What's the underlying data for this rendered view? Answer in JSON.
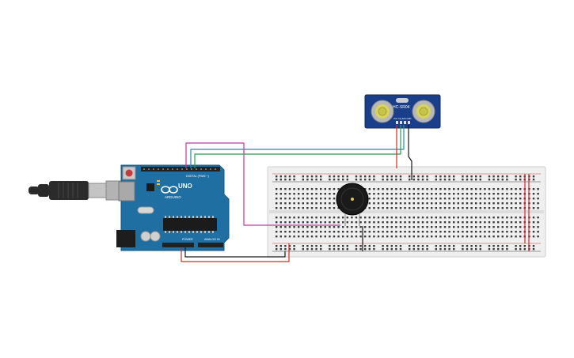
{
  "arduino": {
    "model_label": "UNO",
    "brand_label": "ARDUINO",
    "digital_header_label": "DIGITAL (PWM ~)",
    "power_header_label": "POWER",
    "analog_header_label": "ANALOG IN",
    "board_color": "#1f6fa3",
    "header_color": "#222222"
  },
  "sensor": {
    "model_label": "HC-SR04",
    "pin_labels": [
      "VCC",
      "Trig",
      "Echo",
      "GND"
    ],
    "board_color": "#1a3f8a"
  },
  "buzzer": {
    "label": "",
    "body_color": "#1a1a1a"
  },
  "breadboard": {
    "body_color": "#efefef",
    "hole_color": "#3a3a3a",
    "rail_positive_color": "#d43b3b",
    "rail_negative_color": "#3b3b3b"
  },
  "wires": {
    "magenta": "#c2379b",
    "green": "#2f9e4f",
    "teal": "#2a8aa8",
    "red": "#d22a2a",
    "black": "#1a1a1a"
  },
  "usb_cable": {
    "plug_color": "#b9b9b9",
    "cable_color": "#2a2a2a"
  }
}
